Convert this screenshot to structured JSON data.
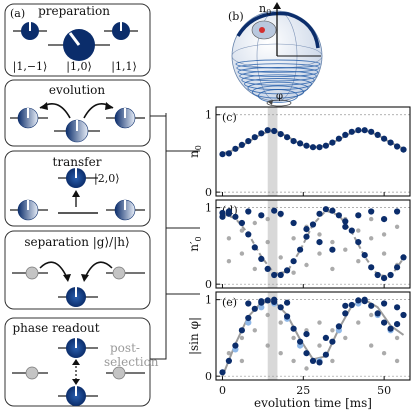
{
  "figure_label": "(a)",
  "sphere_label": "(b)",
  "sphere_axis_label": "n",
  "sphere_axis_sub": "0",
  "sphere_angle_label": "φ",
  "stages": [
    {
      "title": "preparation",
      "kets": [
        "|1,−1⟩",
        "|1,0⟩",
        "|1,1⟩"
      ]
    },
    {
      "title": "evolution"
    },
    {
      "title": "transfer",
      "ket": "|2,0⟩"
    },
    {
      "title": "separation |g⟩/|h⟩"
    },
    {
      "title": "phase readout",
      "note": "post-\nselection"
    }
  ],
  "colors": {
    "dark_blue": "#0b2d6b",
    "mid_blue": "#1f5aa8",
    "light_blue": "#8fb8e8",
    "grey": "#9c9c9c",
    "shade": "#d8d8d8"
  },
  "panels": [
    {
      "letter": "(c)",
      "ylabel": "n",
      "ylabel_sub": "0",
      "yticks": [
        "1",
        "0"
      ]
    },
    {
      "letter": "(d)",
      "ylabel": "n",
      "ylabel_sub": "0",
      "ylabel_prime": "′",
      "yticks": [
        "1",
        "0"
      ]
    },
    {
      "letter": "(e)",
      "ylabel": "|sin φ|",
      "yticks": [
        "1",
        "0"
      ]
    }
  ],
  "xaxis": {
    "label": "evolution time [ms]",
    "ticks": [
      "0",
      "25",
      "50"
    ]
  },
  "chart_data": [
    {
      "type": "scatter",
      "title": "(c)",
      "xlabel": "evolution time [ms]",
      "ylabel": "n0",
      "xlim": [
        -2,
        58
      ],
      "ylim": [
        -0.05,
        1.1
      ],
      "highlight_x": [
        14,
        17
      ],
      "series": [
        {
          "role": "measured",
          "color": "#0b2d6b",
          "x": [
            0,
            2,
            4,
            6,
            8,
            10,
            12,
            14,
            16,
            18,
            20,
            22,
            24,
            26,
            28,
            30,
            32,
            34,
            36,
            38,
            40,
            42,
            44,
            46,
            48,
            50,
            52,
            54,
            56
          ],
          "y": [
            0.49,
            0.5,
            0.56,
            0.61,
            0.66,
            0.71,
            0.76,
            0.8,
            0.79,
            0.75,
            0.71,
            0.66,
            0.63,
            0.6,
            0.58,
            0.58,
            0.6,
            0.64,
            0.69,
            0.74,
            0.78,
            0.8,
            0.8,
            0.78,
            0.74,
            0.69,
            0.64,
            0.59,
            0.55
          ]
        },
        {
          "role": "theory",
          "color": "#9c9c9c",
          "x": [
            0,
            4,
            8,
            12,
            16,
            20,
            24,
            28,
            32,
            36,
            40,
            44,
            48,
            52,
            56
          ],
          "y": [
            0.5,
            0.55,
            0.65,
            0.75,
            0.8,
            0.72,
            0.62,
            0.58,
            0.6,
            0.68,
            0.77,
            0.8,
            0.74,
            0.64,
            0.56
          ]
        }
      ]
    },
    {
      "type": "scatter",
      "title": "(d)",
      "xlabel": "evolution time [ms]",
      "ylabel": "n0′",
      "xlim": [
        -2,
        58
      ],
      "ylim": [
        -0.05,
        1.1
      ],
      "highlight_x": [
        14,
        17
      ],
      "series": [
        {
          "role": "selected",
          "color": "#0b2d6b",
          "x": [
            0,
            2,
            4,
            6,
            8,
            10,
            12,
            14,
            16,
            18,
            20,
            22,
            24,
            26,
            28,
            30,
            32,
            34,
            36,
            38,
            40,
            42,
            44,
            46,
            48,
            50,
            52,
            54,
            56,
            0,
            2,
            8,
            12,
            16,
            18,
            22,
            26,
            30,
            34,
            38,
            42,
            46,
            50,
            54
          ],
          "y": [
            0.93,
            0.92,
            0.88,
            0.8,
            0.65,
            0.48,
            0.33,
            0.2,
            0.12,
            0.12,
            0.18,
            0.3,
            0.45,
            0.62,
            0.78,
            0.92,
            0.98,
            0.96,
            0.9,
            0.82,
            0.7,
            0.55,
            0.38,
            0.22,
            0.12,
            0.08,
            0.12,
            0.22,
            0.35,
            0.88,
            0.95,
            0.95,
            0.9,
            0.96,
            0.92,
            0.8,
            0.72,
            0.55,
            0.45,
            0.75,
            0.9,
            0.95,
            0.85,
            0.95
          ]
        },
        {
          "role": "all shots",
          "color": "#9c9c9c",
          "x": [
            2,
            2,
            6,
            6,
            10,
            10,
            14,
            14,
            18,
            18,
            22,
            22,
            26,
            26,
            30,
            30,
            34,
            34,
            38,
            38,
            42,
            42,
            46,
            46,
            50,
            50,
            54,
            54
          ],
          "y": [
            0.6,
            0.3,
            0.7,
            0.4,
            0.8,
            0.2,
            0.55,
            0.85,
            0.35,
            0.9,
            0.6,
            0.15,
            0.75,
            0.25,
            0.4,
            0.65,
            0.2,
            0.55,
            0.45,
            0.85,
            0.7,
            0.3,
            0.6,
            0.85,
            0.4,
            0.65,
            0.75,
            0.25
          ]
        },
        {
          "role": "theory",
          "color": "#9c9c9c",
          "x": [
            0,
            4,
            8,
            12,
            16,
            20,
            24,
            28,
            32,
            36,
            40,
            44,
            48,
            52,
            56
          ],
          "y": [
            0.92,
            0.86,
            0.66,
            0.36,
            0.14,
            0.16,
            0.44,
            0.78,
            0.96,
            0.9,
            0.68,
            0.36,
            0.12,
            0.1,
            0.34
          ]
        }
      ]
    },
    {
      "type": "scatter",
      "title": "(e)",
      "xlabel": "evolution time [ms]",
      "ylabel": "|sin φ|",
      "xlim": [
        -2,
        58
      ],
      "ylim": [
        -0.05,
        1.1
      ],
      "highlight_x": [
        14,
        17
      ],
      "series": [
        {
          "role": "selected",
          "color": "#0b2d6b",
          "x": [
            0,
            2,
            4,
            6,
            8,
            10,
            12,
            14,
            16,
            18,
            20,
            22,
            24,
            26,
            28,
            30,
            32,
            34,
            36,
            38,
            40,
            42,
            44,
            46,
            48,
            50,
            52,
            54,
            56,
            8,
            12,
            16,
            20,
            26,
            32,
            38,
            44,
            50,
            54
          ],
          "y": [
            0.05,
            0.2,
            0.4,
            0.6,
            0.76,
            0.88,
            0.96,
            0.99,
            0.97,
            0.9,
            0.78,
            0.62,
            0.45,
            0.3,
            0.2,
            0.18,
            0.28,
            0.45,
            0.65,
            0.82,
            0.93,
            0.99,
            0.98,
            0.92,
            0.82,
            0.7,
            0.62,
            0.68,
            0.8,
            0.95,
            0.98,
            1.0,
            0.96,
            0.55,
            0.5,
            0.92,
            1.0,
            0.95,
            0.9
          ]
        },
        {
          "role": "light",
          "color": "#8fb8e8",
          "x": [
            4,
            8,
            12,
            16,
            20,
            24,
            30,
            36,
            42,
            48,
            52
          ],
          "y": [
            0.35,
            0.7,
            0.9,
            0.95,
            0.75,
            0.4,
            0.2,
            0.6,
            0.95,
            0.8,
            0.6
          ]
        },
        {
          "role": "all shots",
          "color": "#9c9c9c",
          "x": [
            2,
            6,
            6,
            10,
            14,
            14,
            18,
            18,
            22,
            22,
            26,
            26,
            30,
            30,
            34,
            34,
            38,
            42,
            46,
            46,
            50,
            54,
            54
          ],
          "y": [
            0.3,
            0.5,
            0.2,
            0.6,
            0.8,
            0.4,
            0.7,
            0.3,
            0.5,
            0.2,
            0.6,
            0.1,
            0.4,
            0.7,
            0.2,
            0.6,
            0.5,
            0.7,
            0.4,
            0.8,
            0.3,
            0.5,
            0.2
          ]
        },
        {
          "role": "theory",
          "color": "#9c9c9c",
          "x": [
            0,
            4,
            8,
            12,
            16,
            20,
            24,
            28,
            32,
            36,
            40,
            44,
            48,
            52,
            56
          ],
          "y": [
            0.0,
            0.42,
            0.78,
            0.96,
            0.98,
            0.8,
            0.48,
            0.22,
            0.26,
            0.62,
            0.92,
            1.0,
            0.9,
            0.66,
            0.54
          ]
        }
      ]
    }
  ]
}
